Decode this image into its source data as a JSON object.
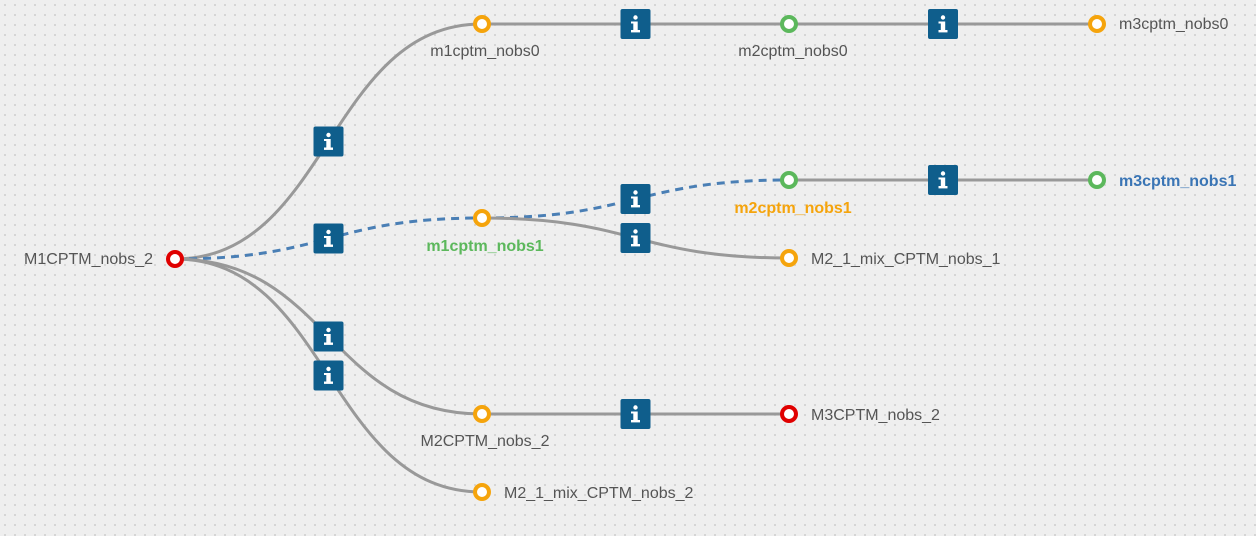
{
  "colors": {
    "background": "#efefef",
    "edge": "#999999",
    "edge_selected": "#4a7fb5",
    "info_button": "#0f5e8c",
    "status_orange": "#f5a40c",
    "status_green": "#5cb85c",
    "status_red": "#e00000",
    "label_default": "#555555",
    "label_highlight_orange": "#f5a40c",
    "label_highlight_green": "#5cb85c",
    "label_highlight_blue": "#3a75b5"
  },
  "nodes": [
    {
      "id": "M1CPTM_nobs_2",
      "label": "M1CPTM_nobs_2",
      "status": "red"
    },
    {
      "id": "m1cptm_nobs0",
      "label": "m1cptm_nobs0",
      "status": "orange"
    },
    {
      "id": "m2cptm_nobs0",
      "label": "m2cptm_nobs0",
      "status": "green"
    },
    {
      "id": "m3cptm_nobs0",
      "label": "m3cptm_nobs0",
      "status": "orange"
    },
    {
      "id": "m1cptm_nobs1",
      "label": "m1cptm_nobs1",
      "status": "orange",
      "highlight": "green"
    },
    {
      "id": "m2cptm_nobs1",
      "label": "m2cptm_nobs1",
      "status": "green",
      "highlight": "orange"
    },
    {
      "id": "m3cptm_nobs1",
      "label": "m3cptm_nobs1",
      "status": "green",
      "highlight": "blue"
    },
    {
      "id": "M2_1_mix_CPTM_nobs_1",
      "label": "M2_1_mix_CPTM_nobs_1",
      "status": "orange"
    },
    {
      "id": "M2CPTM_nobs_2",
      "label": "M2CPTM_nobs_2",
      "status": "orange"
    },
    {
      "id": "M3CPTM_nobs_2",
      "label": "M3CPTM_nobs_2",
      "status": "red"
    },
    {
      "id": "M2_1_mix_CPTM_nobs_2",
      "label": "M2_1_mix_CPTM_nobs_2",
      "status": "orange"
    }
  ],
  "edges": [
    {
      "from": "M1CPTM_nobs_2",
      "to": "m1cptm_nobs0",
      "style": "solid"
    },
    {
      "from": "m1cptm_nobs0",
      "to": "m2cptm_nobs0",
      "style": "solid"
    },
    {
      "from": "m2cptm_nobs0",
      "to": "m3cptm_nobs0",
      "style": "solid"
    },
    {
      "from": "M1CPTM_nobs_2",
      "to": "m1cptm_nobs1",
      "style": "dashed"
    },
    {
      "from": "m1cptm_nobs1",
      "to": "m2cptm_nobs1",
      "style": "dashed"
    },
    {
      "from": "m2cptm_nobs1",
      "to": "m3cptm_nobs1",
      "style": "solid"
    },
    {
      "from": "m1cptm_nobs1",
      "to": "M2_1_mix_CPTM_nobs_1",
      "style": "solid"
    },
    {
      "from": "M1CPTM_nobs_2",
      "to": "M2CPTM_nobs_2",
      "style": "solid"
    },
    {
      "from": "M2CPTM_nobs_2",
      "to": "M3CPTM_nobs_2",
      "style": "solid"
    },
    {
      "from": "M1CPTM_nobs_2",
      "to": "M2_1_mix_CPTM_nobs_2",
      "style": "solid"
    }
  ],
  "info_icon": "info-icon"
}
